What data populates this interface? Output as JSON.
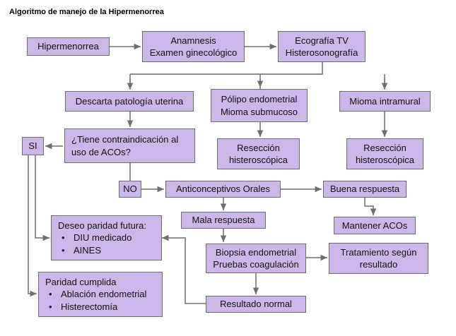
{
  "title": "Algoritmo de manejo de la Hipermenorrea",
  "nodes": {
    "hipermenorrea": "Hipermenorrea",
    "anamnesis": [
      "Anamnesis",
      "Examen ginecológico"
    ],
    "ecografia": [
      "Ecografía TV",
      "Histerosonografía"
    ],
    "descarta": "Descarta patología uterina",
    "polipo": [
      "Pólipo endometrial",
      "Mioma submucoso"
    ],
    "mioma_intramural": "Mioma intramural",
    "contraindicacion": [
      "¿Tiene contraindicación al",
      "uso de ACOs?"
    ],
    "si": "SI",
    "no": "NO",
    "reseccion_1": [
      "Resección",
      "histeroscópica"
    ],
    "reseccion_2": [
      "Resección",
      "histeroscópica"
    ],
    "anticonceptivos": "Anticonceptivos Orales",
    "buena_respuesta": "Buena respuesta",
    "mala_respuesta": "Mala respuesta",
    "mantener": "Mantener ACOs",
    "deseo_paridad": {
      "heading": "Deseo paridad futura:",
      "items": [
        "DIU medicado",
        "AINES"
      ]
    },
    "biopsia": [
      "Biopsia endometrial",
      "Pruebas coagulación"
    ],
    "tratamiento": [
      "Tratamiento según",
      "resultado"
    ],
    "paridad_cumplida": {
      "heading": "Paridad cumplida",
      "items": [
        "Ablación endometrial",
        "Histerectomía"
      ]
    },
    "resultado_normal": "Resultado normal"
  },
  "colors": {
    "box_fill": "#cdb6ea",
    "box_border": "#6e6e6e",
    "connector": "#6e6e6e"
  }
}
